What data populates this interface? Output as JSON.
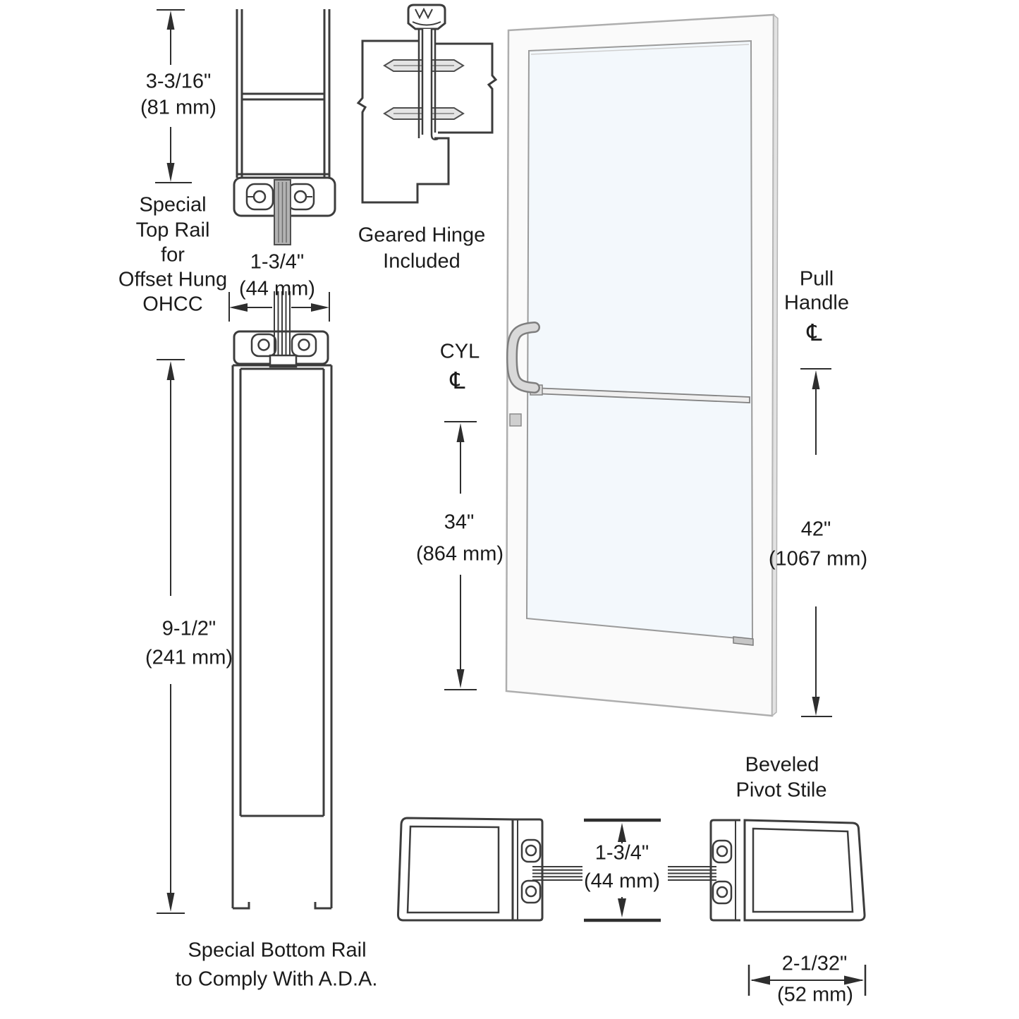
{
  "figure": {
    "background": "#ffffff",
    "line_color": "#3c3c3c",
    "dim_color": "#2e2e2e",
    "text_color": "#1b1b1b",
    "glass_color": "#f3f8fc",
    "frame_color": "#fafafa",
    "annotations": {
      "top_rail_height": {
        "value": "3-3/16\"",
        "metric": "(81 mm)"
      },
      "top_rail_caption": {
        "line1": "Special",
        "line2": "Top Rail",
        "line3": "for",
        "line4": "Offset Hung",
        "line5": "OHCC"
      },
      "door_thickness_top": {
        "value": "1-3/4\"",
        "metric": "(44 mm)"
      },
      "hinge_caption": {
        "line1": "Geared Hinge",
        "line2": "Included"
      },
      "cyl_dim": {
        "label": "CYL",
        "centerline": "℄",
        "value": "34\"",
        "metric": "(864 mm)"
      },
      "pull_dim": {
        "line1": "Pull",
        "line2": "Handle",
        "centerline": "℄",
        "value": "42\"",
        "metric": "(1067 mm)"
      },
      "bottom_rail_height": {
        "value": "9-1/2\"",
        "metric": "(241 mm)"
      },
      "bottom_rail_caption": {
        "line1": "Special Bottom Rail",
        "line2": "to Comply With A.D.A."
      },
      "stile_caption": {
        "line1": "Beveled",
        "line2": "Pivot Stile"
      },
      "door_thickness_bottom": {
        "value": "1-3/4\"",
        "metric": "(44 mm)"
      },
      "stile_width": {
        "value": "2-1/32\"",
        "metric": "(52 mm)"
      }
    }
  }
}
